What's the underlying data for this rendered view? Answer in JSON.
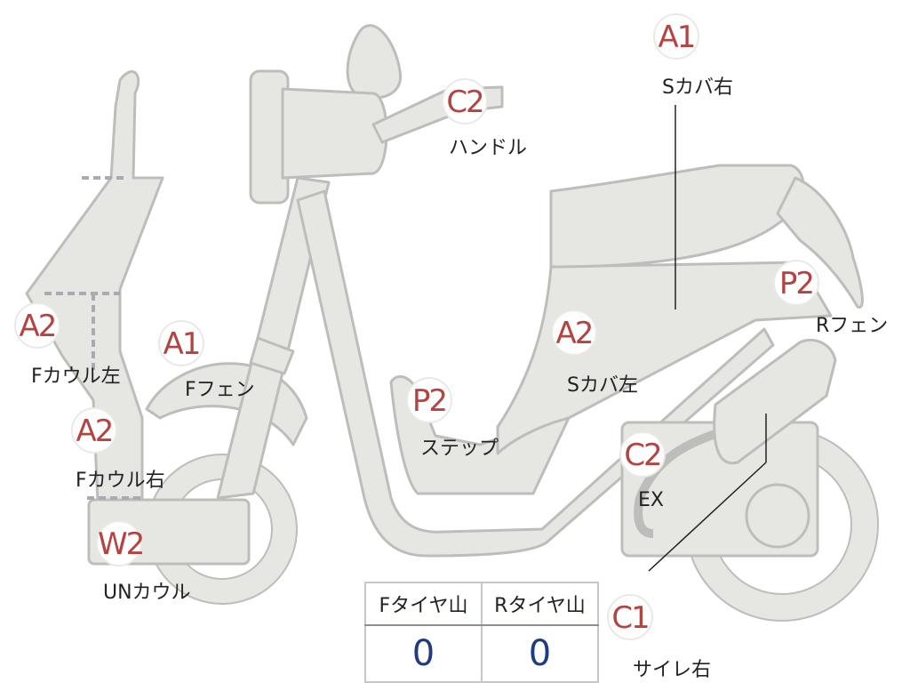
{
  "colors": {
    "body_fill": "#e6e6e3",
    "body_stroke": "#bdbdbb",
    "code_text": "#b5433f",
    "label_text": "#222222",
    "value_text": "#1f3c82"
  },
  "parts": [
    {
      "code": "A1",
      "label": "Sカバ右"
    },
    {
      "code": "C2",
      "label": "ハンドル"
    },
    {
      "code": "A2",
      "label": "Fカウル左"
    },
    {
      "code": "A1",
      "label": "Fフェン"
    },
    {
      "code": "A2",
      "label": "Sカバ左"
    },
    {
      "code": "P2",
      "label": "Rフェン"
    },
    {
      "code": "P2",
      "label": "ステップ"
    },
    {
      "code": "A2",
      "label": "Fカウル右"
    },
    {
      "code": "C2",
      "label": "EX"
    },
    {
      "code": "W2",
      "label": "UNカウル"
    },
    {
      "code": "C1",
      "label": "サイレ右"
    }
  ],
  "tread_table": {
    "headers": [
      "Fタイヤ山",
      "Rタイヤ山"
    ],
    "values": [
      "0",
      "0"
    ]
  }
}
